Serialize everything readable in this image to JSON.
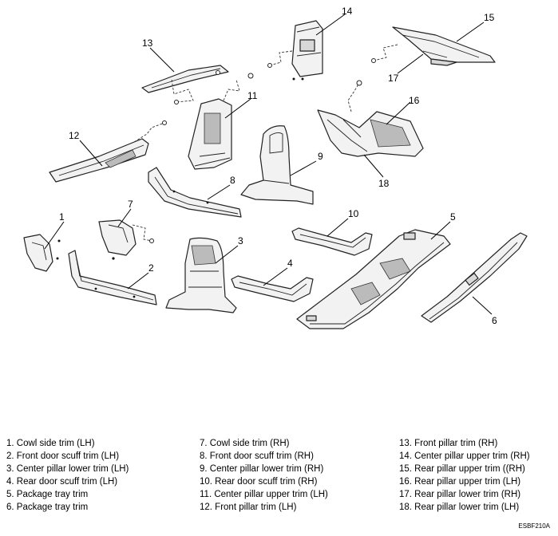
{
  "callouts": [
    "1",
    "2",
    "3",
    "4",
    "5",
    "6",
    "7",
    "8",
    "9",
    "10",
    "11",
    "12",
    "13",
    "14",
    "15",
    "16",
    "17",
    "18"
  ],
  "legend": {
    "col1": [
      "1. Cowl side trim (LH)",
      "2. Front door scuff trim (LH)",
      "3. Center pillar lower trim (LH)",
      "4. Rear door scuff trim (LH)",
      "5. Package tray trim",
      "6. Package tray trim"
    ],
    "col2": [
      "7. Cowl side trim (RH)",
      "8. Front door scuff trim (RH)",
      "9. Center pillar lower trim (RH)",
      "10. Rear door scuff trim (RH)",
      "11. Center pillar upper trim (LH)",
      "12. Front pillar trim (LH)"
    ],
    "col3": [
      "13. Front pillar trim (RH)",
      "14. Center pillar upper trim (RH)",
      "15. Rear pillar upper trim ((RH)",
      "16. Rear pillar upper trim (LH)",
      "17. Rear pillar lower trim (RH)",
      "18. Rear pillar lower trim (LH)"
    ]
  },
  "figure_code": "ESBF210A"
}
